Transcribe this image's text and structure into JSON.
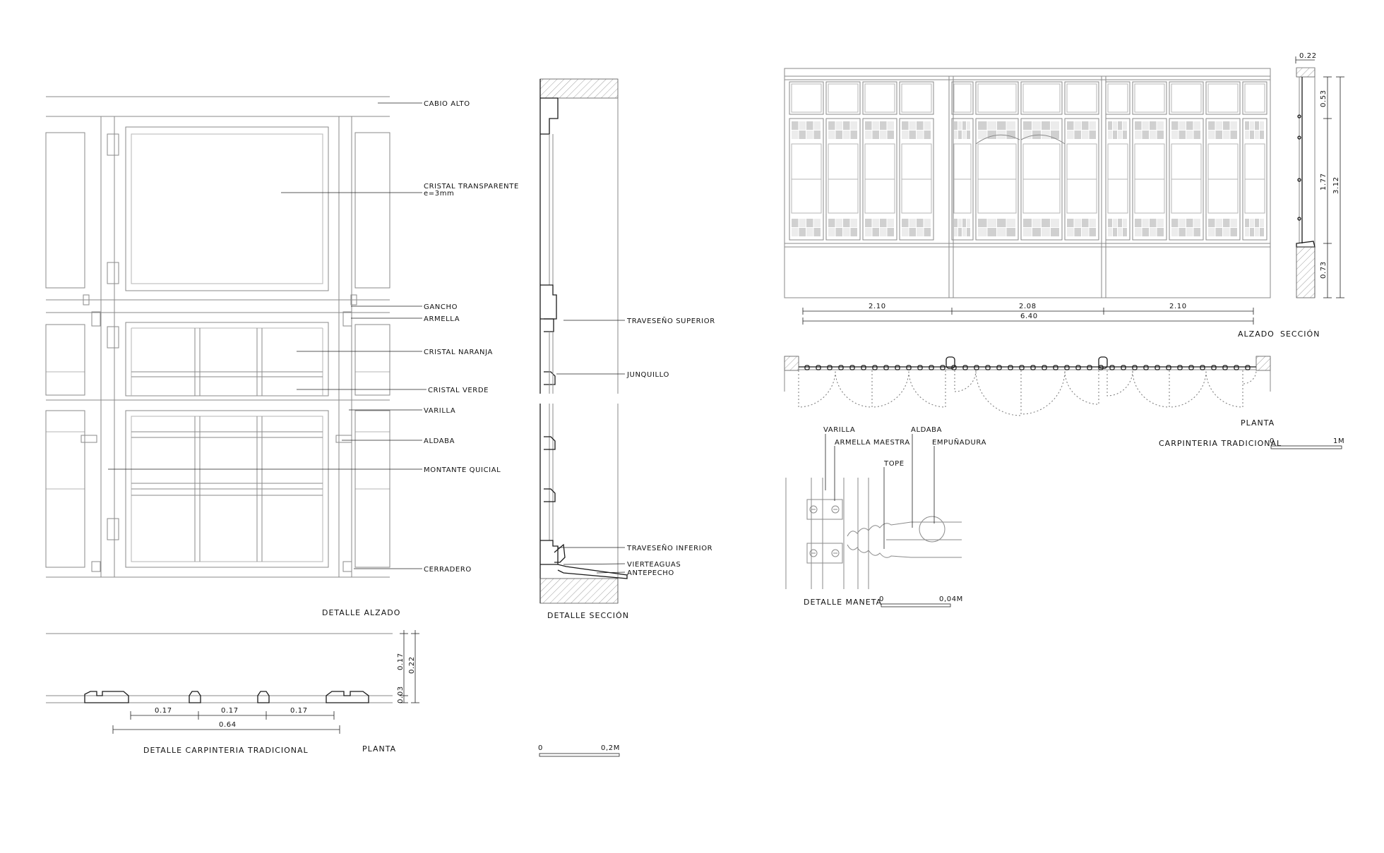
{
  "labels": {
    "cabio_alto": "CABIO ALTO",
    "cristal_transparente": "CRISTAL TRANSPARENTE",
    "espesor": "e=3mm",
    "gancho": "GANCHO",
    "armella": "ARMELLA",
    "cristal_naranja": "CRISTAL NARANJA",
    "cristal_verde": "CRISTAL VERDE",
    "varilla": "VARILLA",
    "aldaba": "ALDABA",
    "montante_quicial": "MONTANTE QUICIAL",
    "cerradero": "CERRADERO",
    "traveseno_superior": "TRAVESEÑO SUPERIOR",
    "junquillo": "JUNQUILLO",
    "traveseno_inferior": "TRAVESEÑO INFERIOR",
    "vierteaguas": "VIERTEAGUAS",
    "antepecho": "ANTEPECHO",
    "maneta_varilla": "VARILLA",
    "armella_maestra": "ARMELLA MAESTRA",
    "maneta_aldaba": "ALDABA",
    "tope": "TOPE",
    "empunadura": "EMPUÑADURA"
  },
  "titles": {
    "detalle_alzado": "DETALLE ALZADO",
    "detalle_seccion": "DETALLE SECCIÓN",
    "detalle_carpinteria": "DETALLE CARPINTERIA TRADICIONAL",
    "planta_left": "PLANTA",
    "alzado": "ALZADO",
    "seccion": "SECCIÓN",
    "planta_right": "PLANTA",
    "carpinteria_tradicional": "CARPINTERIA TRADICIONAL",
    "detalle_maneta": "DETALLE MANETA"
  },
  "scales": {
    "section_zero": "0",
    "section_max": "0,2M",
    "maneta_zero": "0",
    "maneta_max": "0,04M",
    "general_zero": "0",
    "general_max": "1M"
  },
  "dimensions": {
    "plan_017_a": "0.17",
    "plan_017_b": "0.17",
    "plan_017_c": "0.17",
    "plan_064": "0.64",
    "plan_v_017": "0.17",
    "plan_v_022": "0.22",
    "plan_v_003": "0.03",
    "elev_210_a": "2.10",
    "elev_208": "2.08",
    "elev_210_b": "2.10",
    "elev_640": "6.40",
    "sec_022": "0.22",
    "sec_053": "0.53",
    "sec_177": "1.77",
    "sec_073": "0.73",
    "sec_312": "3.12"
  }
}
